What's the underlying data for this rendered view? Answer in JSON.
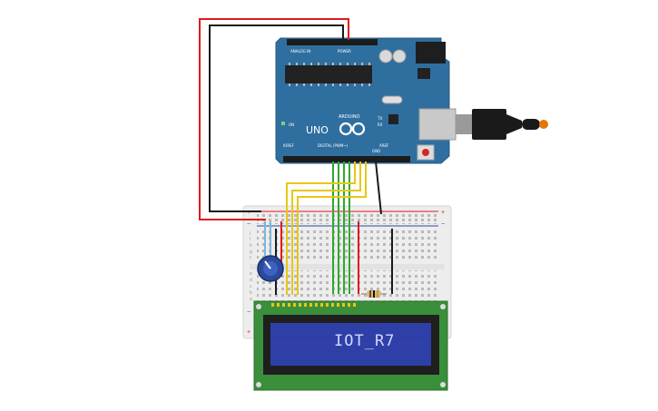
{
  "arduino": {
    "model": "UNO",
    "brand": "ARDUINO",
    "label_analog": "ANALOG IN",
    "label_power": "POWER",
    "label_digital": "DIGITAL (PWM~)",
    "label_on": "ON",
    "label_tx": "TX",
    "label_rx": "RX",
    "label_aref": "AREF",
    "label_gnd": "GND",
    "label_ioref": "IOREF"
  },
  "lcd": {
    "text": "IOT_R7"
  },
  "colors": {
    "board": "#2f6f9f",
    "wire_power": "#e0191d",
    "wire_ground": "#1a1a1a",
    "wire_data": "#2fa82f",
    "wire_control": "#e8c712",
    "lcd_screen": "#2f3fa8"
  }
}
